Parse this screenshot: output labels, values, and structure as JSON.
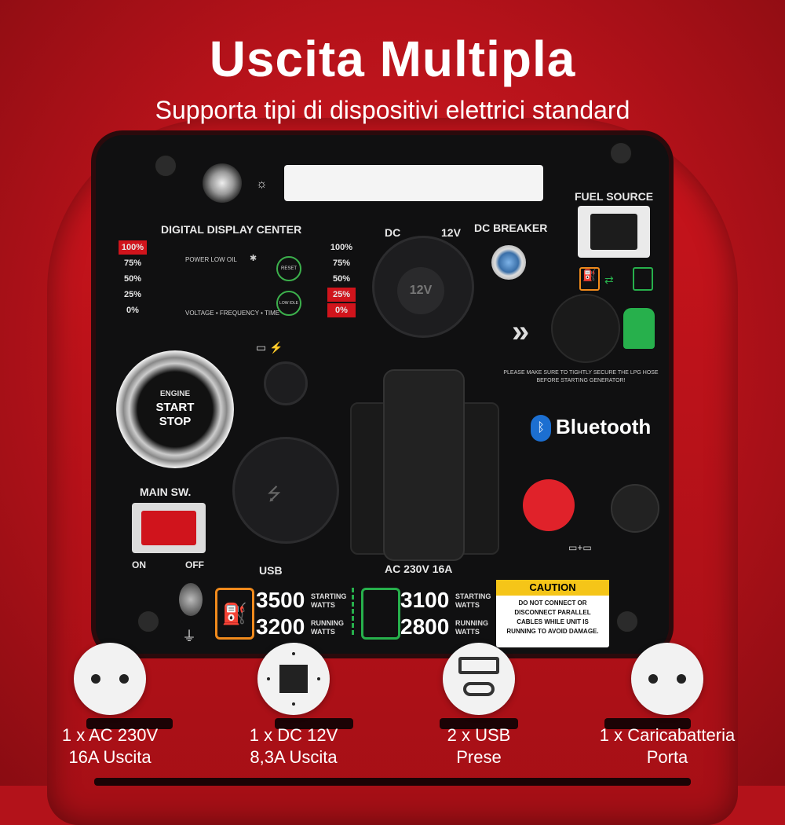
{
  "header": {
    "title": "Uscita Multipla",
    "subtitle": "Supporta tipi di dispositivi elettrici standard"
  },
  "panel": {
    "display_center": "DIGITAL DISPLAY CENTER",
    "power_low_oil": "POWER   LOW OIL",
    "reset": "RESET",
    "low_idle": "LOW IDLE",
    "vft": "VOLTAGE • FREQUENCY • TIME",
    "levels_left": [
      "100%",
      "75%",
      "50%",
      "25%",
      "0%"
    ],
    "levels_right": [
      "100%",
      "75%",
      "50%",
      "25%",
      "0%"
    ],
    "dc": "DC",
    "dc_12v": "12V",
    "dc_breaker": "DC BREAKER",
    "fuel_source": "FUEL SOURCE",
    "lpg_warning": "PLEASE MAKE SURE TO TIGHTLY SECURE THE LPG HOSE BEFORE STARTING GENERATOR!",
    "socket_12v": "12V",
    "engine": "ENGINE",
    "start": "START",
    "stop": "STOP",
    "bluetooth": "Bluetooth",
    "main_sw": "MAIN SW.",
    "on": "ON",
    "off": "OFF",
    "usb": "USB",
    "ac_label": "AC 230V 16A",
    "gas_starting": "3500",
    "gas_running": "3200",
    "lpg_starting": "3100",
    "lpg_running": "2800",
    "starting_watts": "STARTING WATTS",
    "running_watts": "RUNNING WATTS",
    "caution_title": "CAUTION",
    "caution_text": "DO NOT CONNECT OR DISCONNECT PARALLEL CABLES WHILE UNIT IS RUNNING TO AVOID DAMAGE."
  },
  "features": [
    {
      "line1": "1 x AC 230V",
      "line2": "16A Uscita",
      "icon": "ac-outlet-icon"
    },
    {
      "line1": "1 x DC 12V",
      "line2": "8,3A Uscita",
      "icon": "dc-outlet-icon"
    },
    {
      "line1": "2 x USB",
      "line2": "Prese",
      "icon": "usb-icon"
    },
    {
      "line1": "1 x Caricabatteria",
      "line2": "Porta",
      "icon": "charger-port-icon"
    }
  ],
  "colors": {
    "brand_red": "#c8141c",
    "panel": "#101011",
    "gas": "#f08a1c",
    "lpg": "#27b04c",
    "caution": "#f5c518"
  }
}
